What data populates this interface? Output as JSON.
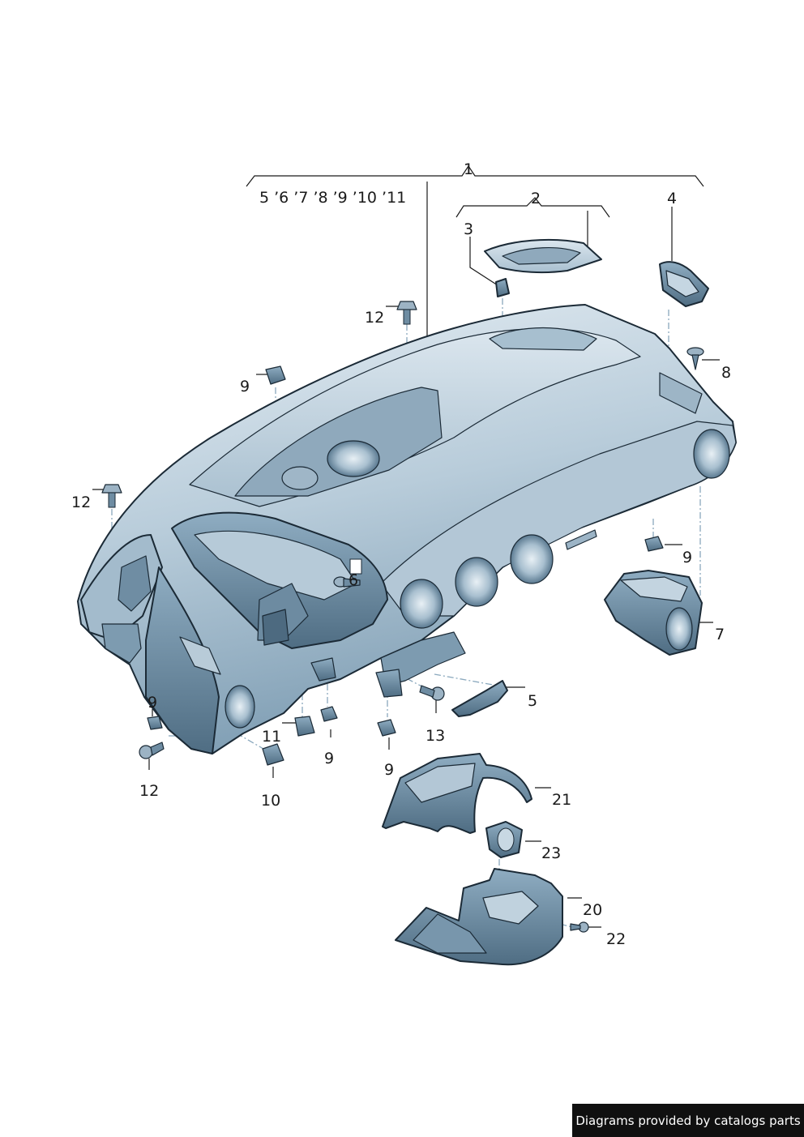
{
  "callouts": {
    "c1": "1",
    "c1_group": "5 ’6 ’7 ’8 ’9 ’10 ’11",
    "c2": "2",
    "c3": "3",
    "c4": "4",
    "c5": "5",
    "c6": "6",
    "c7": "7",
    "c8": "8",
    "c9a": "9",
    "c9b": "9",
    "c9c": "9",
    "c9d": "9",
    "c9e": "9",
    "c10": "10",
    "c11": "11",
    "c12a": "12",
    "c12b": "12",
    "c12c": "12",
    "c13": "13",
    "c20": "20",
    "c21": "21",
    "c22": "22",
    "c23": "23"
  },
  "footer": {
    "credit": "Diagrams provided by catalogs parts"
  },
  "colors": {
    "part_light": "#cfdde7",
    "part_mid": "#9fb8ca",
    "part_dark": "#5f7e95",
    "outline": "#1b2a36"
  }
}
